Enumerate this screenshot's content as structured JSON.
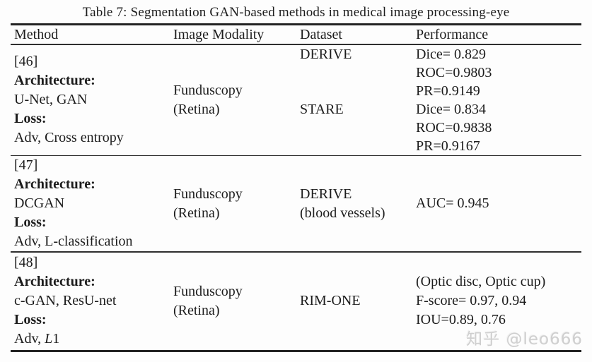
{
  "caption": "Table 7: Segmentation GAN-based methods in medical image processing-eye",
  "watermark": "知乎 @leo666",
  "colors": {
    "text": "#1c1c1c",
    "rule": "#2e2e2e",
    "watermark": "#cfcfcf",
    "background": "#fdfdfd"
  },
  "table": {
    "headers": [
      "Method",
      "Image Modality",
      "Dataset",
      "Performance"
    ],
    "rows": [
      {
        "method": {
          "ref": "[46]",
          "architecture_label": "Architecture:",
          "architecture": "U-Net, GAN",
          "loss_label": "Loss:",
          "loss": "Adv, Cross entropy"
        },
        "modality": [
          "Funduscopy",
          "(Retina)"
        ],
        "dataset": [
          "DERIVE",
          "STARE"
        ],
        "performance": [
          "Dice= 0.829",
          "ROC=0.9803",
          "PR=0.9149",
          "Dice= 0.834",
          "ROC=0.9838",
          "PR=0.9167"
        ]
      },
      {
        "method": {
          "ref": "[47]",
          "architecture_label": "Architecture:",
          "architecture": "DCGAN",
          "loss_label": "Loss:",
          "loss": "Adv, L-classification"
        },
        "modality": [
          "Funduscopy",
          "(Retina)"
        ],
        "dataset": [
          "DERIVE",
          "(blood vessels)"
        ],
        "performance": [
          "AUC= 0.945"
        ]
      },
      {
        "method": {
          "ref": "[48]",
          "architecture_label": "Architecture:",
          "architecture": "c-GAN, ResU-net",
          "loss_label": "Loss:",
          "loss_prefix": "Adv, ",
          "loss_italic": "L",
          "loss_suffix": "1"
        },
        "modality": [
          "Funduscopy",
          "(Retina)"
        ],
        "dataset": [
          "RIM-ONE"
        ],
        "performance": [
          "(Optic disc, Optic cup)",
          "F-score= 0.97, 0.94",
          "IOU=0.89, 0.76"
        ]
      }
    ]
  }
}
